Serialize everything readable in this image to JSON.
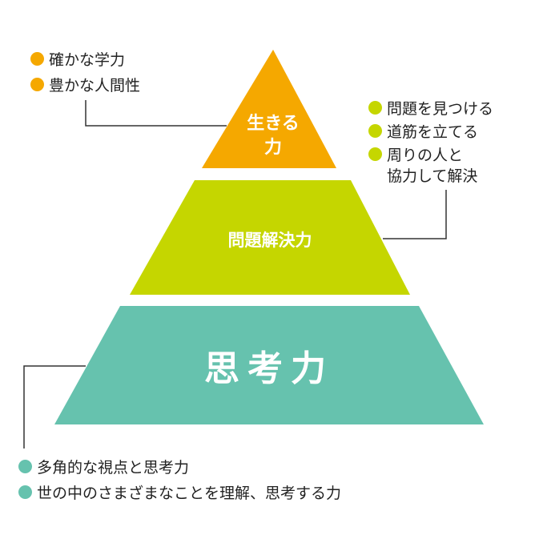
{
  "colors": {
    "top": "#f5a800",
    "middle": "#c5d600",
    "bottom": "#66c2ae",
    "line": "#333333"
  },
  "pyramid": {
    "top_label_1": "生きる",
    "top_label_2": "力",
    "middle_label": "問題解決力",
    "bottom_label": "思考力"
  },
  "top_notes": [
    "確かな学力",
    "豊かな人間性"
  ],
  "middle_notes": [
    "問題を見つける",
    "道筋を立てる",
    "周りの人と",
    "協力して解決"
  ],
  "bottom_notes": [
    "多角的な視点と思考力",
    "世の中のさまざまなことを理解、思考する力"
  ]
}
